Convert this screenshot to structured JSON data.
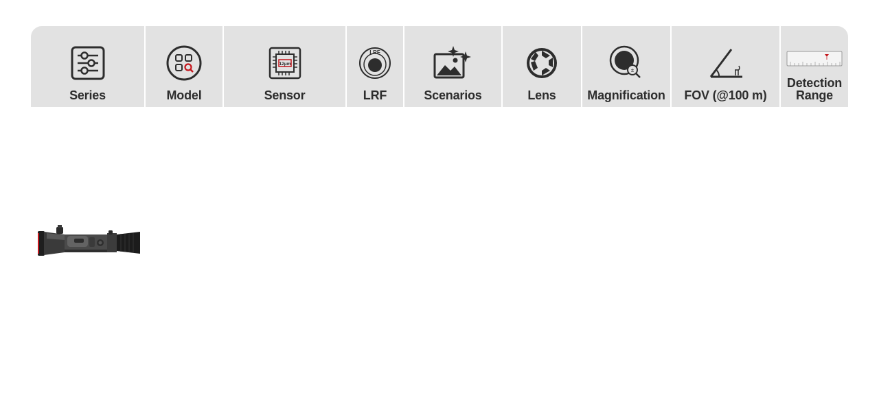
{
  "header": {
    "columns": [
      {
        "label": "Series",
        "icon": "sliders-icon"
      },
      {
        "label": "Model",
        "icon": "model-search-icon"
      },
      {
        "label": "Sensor",
        "icon": "chip-icon"
      },
      {
        "label": "LRF",
        "icon": "rangefinder-icon"
      },
      {
        "label": "Scenarios",
        "icon": "image-sparkle-icon"
      },
      {
        "label": "Lens",
        "icon": "aperture-icon"
      },
      {
        "label": "Magnification",
        "icon": "magnifier-icon"
      },
      {
        "label": "FOV (@100 m)",
        "icon": "angle-icon"
      },
      {
        "label": "Detection Range",
        "icon": "ruler-icon"
      }
    ],
    "chip_text": "12μm",
    "lrf_text": "LRF",
    "accent_color": "#c4161c"
  },
  "product": {
    "name": "thermal-riflescope-image"
  }
}
